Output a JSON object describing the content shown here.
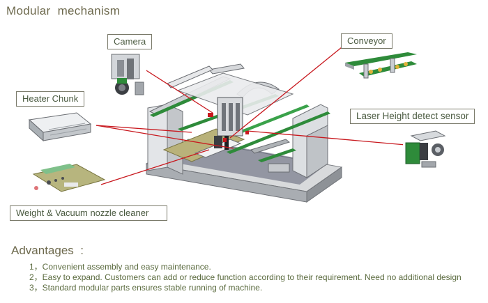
{
  "title": "Modular  mechanism",
  "labels": {
    "camera": "Camera",
    "conveyor": "Conveyor",
    "heater": "Heater Chunk",
    "laser": "Laser Height detect sensor",
    "cleaner": "Weight & Vacuum nozzle cleaner"
  },
  "advantages": {
    "title": "Advantages  :",
    "items": [
      "1，Convenient assembly and easy maintenance.",
      "2，Easy to expand. Customers can add or reduce function according to their requirement. Need no additional design",
      "3，Standard modular parts ensures stable running of machine."
    ]
  },
  "colors": {
    "callout_line": "#c8181e",
    "text_olive": "#5a6a3e",
    "frame_gray": "#c9cdd2",
    "rail_green": "#2e8b3a"
  }
}
